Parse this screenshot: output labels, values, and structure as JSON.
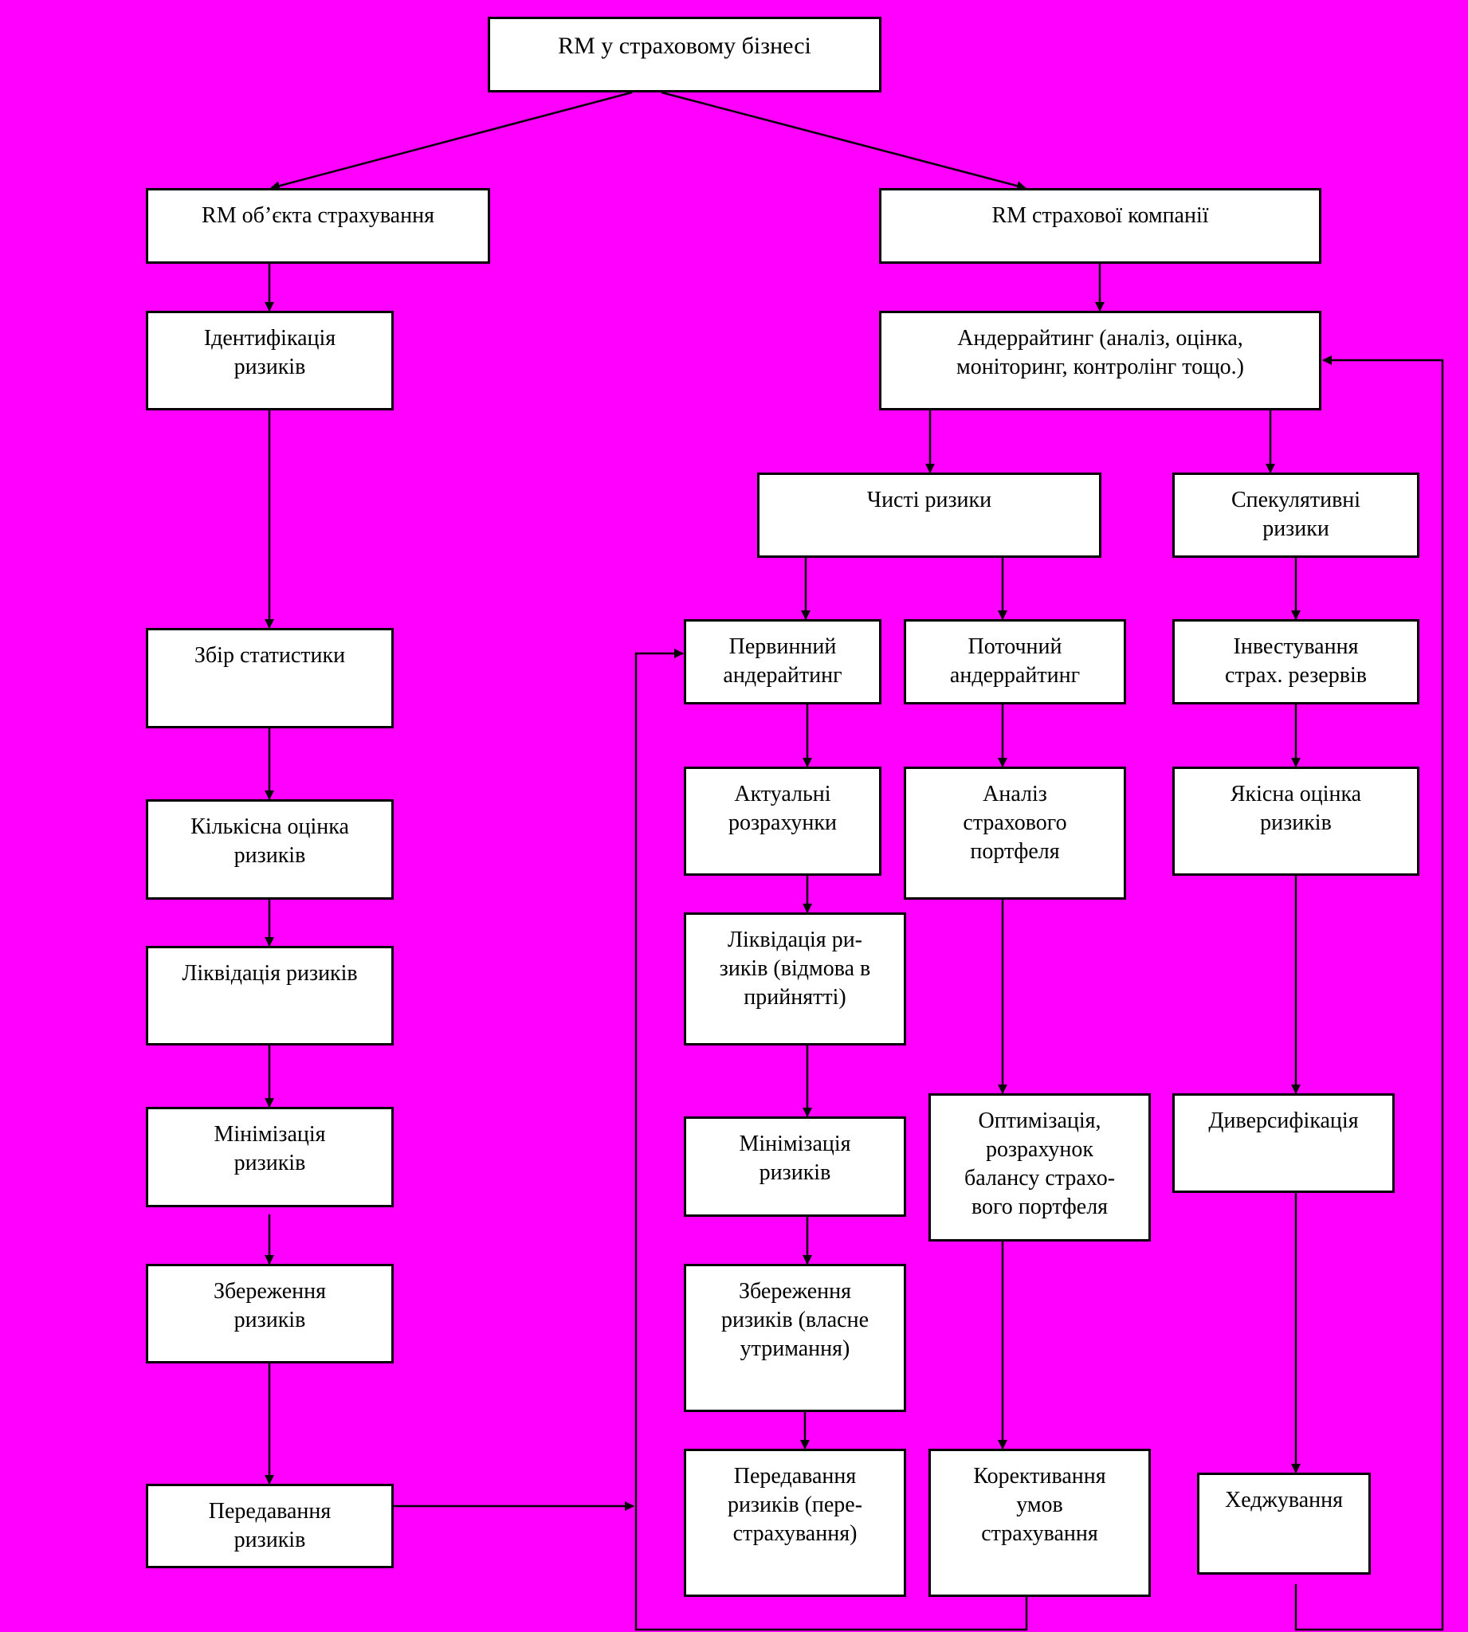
{
  "colors": {
    "background": "#ff00ff",
    "node_fill": "#ffffff",
    "line": "#000000"
  },
  "nodes": {
    "root": "RM у страховому бізнесі",
    "obj": "RM об’єкта страхування",
    "comp": "RM страхової компанії",
    "l_ident": "Ідентифікація\nризиків",
    "l_stat": "Збір статистики",
    "l_quant": "Кількісна оцінка\nризиків",
    "l_liq": "Ліквідація ризиків",
    "l_min": "Мінімізація\nризиків",
    "l_save": "Збереження\nризиків",
    "l_trans": "Передавання\nризиків",
    "under": "Андеррайтинг (аналіз, оцінка,\nмоніторинг, контролінг тощо.)",
    "pure": "Чисті ризики",
    "spec": "Спекулятивні\nризики",
    "prim": "Первинний\nандерайтинг",
    "curr": "Поточний\nандеррайтинг",
    "inv": "Інвестування\nстрах. резервів",
    "act": "Актуальні\nрозрахунки",
    "port": "Аналіз\nстрахового\nпортфеля",
    "qual": "Якісна оцінка\nризиків",
    "liq2": "Ліквідація ри-\nзиків (відмова в\nприйнятті)",
    "opt": "Оптимізація,\nрозрахунок\nбалансу страхо-\nвого портфеля",
    "div": "Диверсифікація",
    "min2": "Мінімізація\nризиків",
    "save2": "Збереження\nризиків (власне\nутримання)",
    "trans2": "Передавання\nризиків (пере-\nстрахування)",
    "corr": "Корективання\nумов\nстрахування",
    "hedge": "Хеджування"
  }
}
